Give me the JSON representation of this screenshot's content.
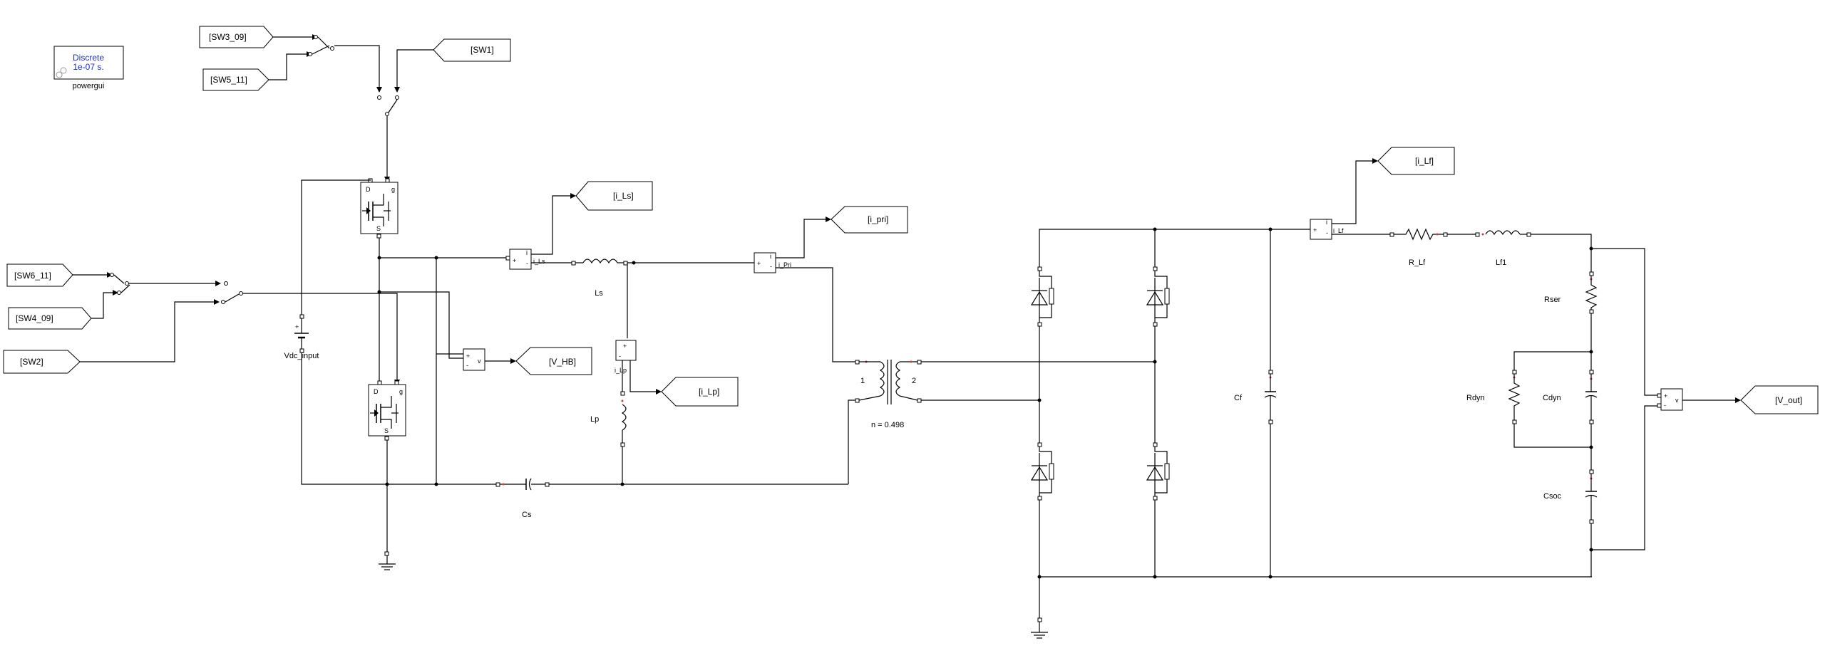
{
  "powergui": {
    "line1": "Discrete",
    "line2": "1e-07 s.",
    "label": "powergui",
    "text_color": "#1a2ecc"
  },
  "goto_tags": {
    "sw3_09": "[SW3_09]",
    "sw5_11": "[SW5_11]",
    "sw1": "[SW1]",
    "sw6_11": "[SW6_11]",
    "sw4_09": "[SW4_09]",
    "sw2": "[SW2]",
    "i_ls": "[i_Ls]",
    "i_pri": "[i_pri]",
    "v_hb": "[V_HB]",
    "i_lp": "[i_Lp]",
    "i_lf": "[i_Lf]",
    "v_out": "[V_out]"
  },
  "components": {
    "vdc": "Vdc_input",
    "ls": "Ls",
    "lp": "Lp",
    "cs": "Cs",
    "transformer": "n = 0.498",
    "cf": "Cf",
    "r_lf": "R_Lf",
    "lf1": "Lf1",
    "rser": "Rser",
    "rdyn": "Rdyn",
    "cdyn": "Cdyn",
    "csoc": "Csoc"
  },
  "sensors": {
    "i_ls": "i_Ls",
    "i_pri": "i_Pri",
    "i_lp": "i_Lp",
    "i_lf": "i_Lf",
    "v": "v",
    "current_symbol": "i",
    "plus": "+",
    "minus": "-"
  },
  "pins": {
    "gate": "g",
    "drain": "D",
    "source": "S",
    "winding1": "1",
    "winding2": "2"
  },
  "colors": {
    "wire": "#000000",
    "port_marker": "#d23a3a",
    "powergui_text": "#1a2ecc"
  }
}
